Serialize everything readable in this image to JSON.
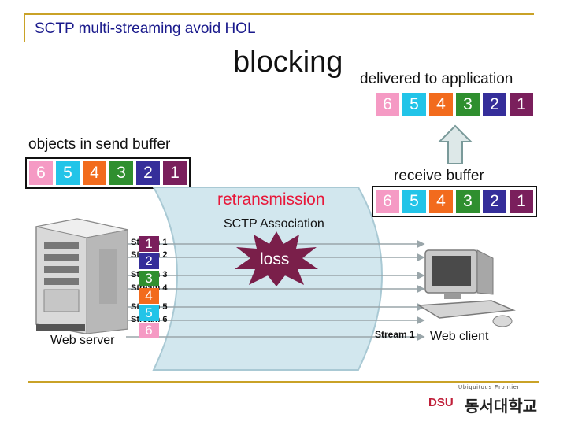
{
  "slide": {
    "title": "SCTP multi-streaming avoid HOL",
    "title_continued": "blocking"
  },
  "colors": {
    "accent_frame": "#c9a227",
    "retransmission": "#e8183a",
    "box_6": "#f59ac4",
    "box_5": "#22c4e8",
    "box_4": "#f26b1d",
    "box_3": "#2f8f2f",
    "box_2": "#352e9a",
    "box_1": "#7a1f5c"
  },
  "send_buffer": {
    "label": "objects in send buffer",
    "items": [
      "6",
      "5",
      "4",
      "3",
      "2",
      "1"
    ]
  },
  "delivered": {
    "label": "delivered to application",
    "items": [
      "6",
      "5",
      "4",
      "3",
      "2",
      "1"
    ]
  },
  "receive_buffer": {
    "label": "receive buffer",
    "items": [
      "6",
      "5",
      "4",
      "3",
      "2",
      "1"
    ]
  },
  "association": {
    "retransmission_label": "retransmission",
    "title": "SCTP Association",
    "loss_label": "loss",
    "streams": [
      "Stream 1",
      "Stream 2",
      "Stream 3",
      "Stream 4",
      "Stream 5",
      "Stream 6"
    ],
    "stream1_label": "Stream 1",
    "sequence": [
      "1",
      "2",
      "3",
      "4",
      "5",
      "6"
    ]
  },
  "endpoints": {
    "server_label": "Web server",
    "client_label": "Web client",
    "server_icon": "server-tower-icon",
    "client_icon": "desktop-computer-icon"
  },
  "logo": {
    "tagline": "Ubiquitous Frontier",
    "mark": "DSU",
    "name": "동서대학교"
  }
}
